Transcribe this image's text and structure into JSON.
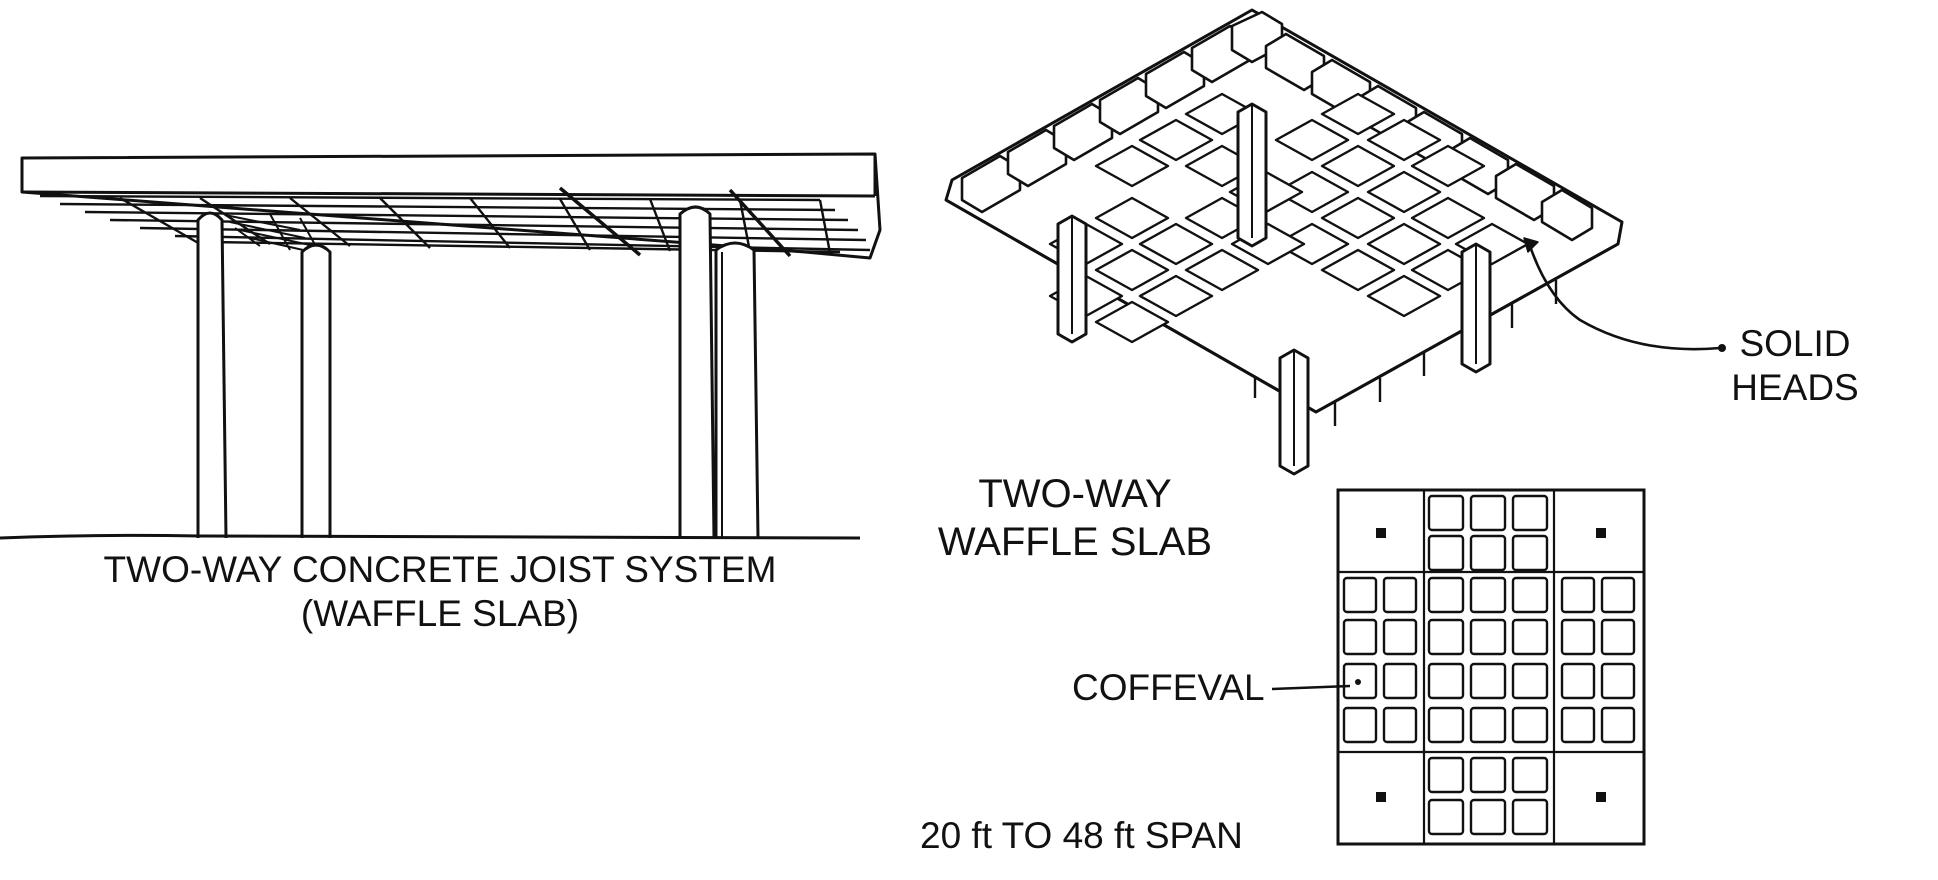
{
  "labels": {
    "joist_title_line1": "TWO-WAY CONCRETE JOIST SYSTEM",
    "joist_title_line2": "(WAFFLE SLAB)",
    "waffle_title_line1": "TWO-WAY",
    "waffle_title_line2": "WAFFLE SLAB",
    "solid_line1": "SOLID",
    "solid_line2": "HEADS",
    "coffeval": "COFFEVAL",
    "span": "20 ft TO 48 ft SPAN"
  },
  "colors": {
    "ink": "#111111",
    "paper": "#ffffff"
  }
}
